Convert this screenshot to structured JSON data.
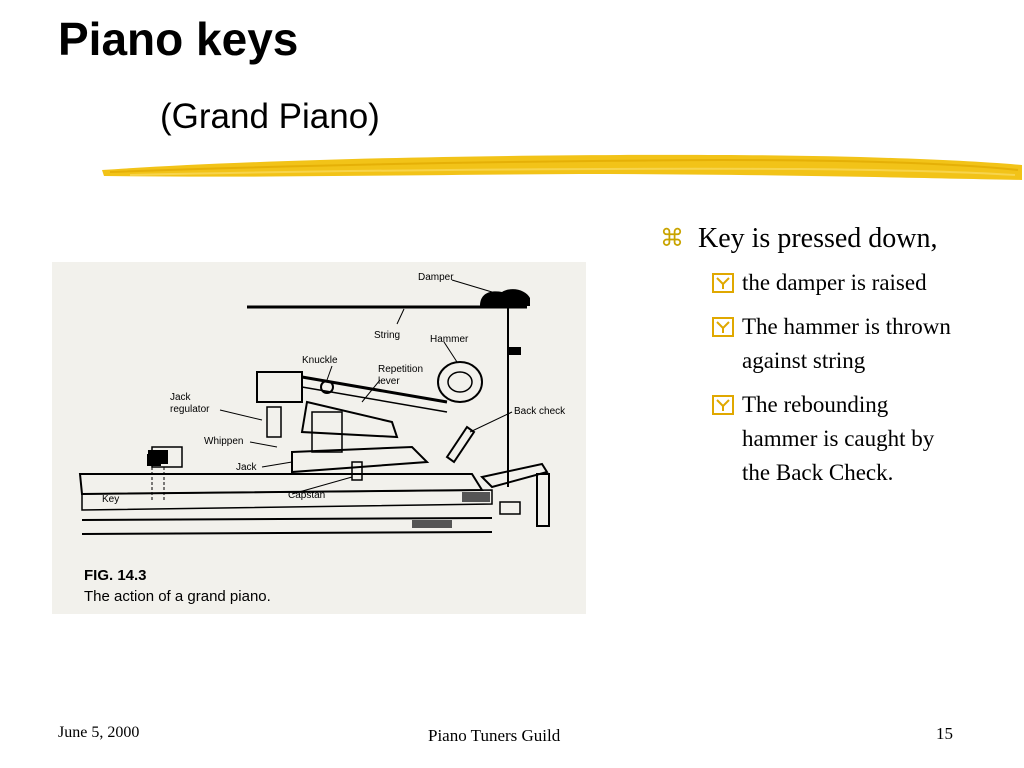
{
  "slide": {
    "title": "Piano keys",
    "subtitle": "(Grand Piano)"
  },
  "figure": {
    "caption_title": "FIG. 14.3",
    "caption": "The action of a grand piano.",
    "labels": {
      "damper": "Damper",
      "string": "String",
      "hammer": "Hammer",
      "knuckle": "Knuckle",
      "repetition_lever_1": "Repetition",
      "repetition_lever_2": "lever",
      "jack_regulator_1": "Jack",
      "jack_regulator_2": "regulator",
      "back_check": "Back check",
      "whippen": "Whippen",
      "jack": "Jack",
      "key": "Key",
      "capstan": "Capstan"
    }
  },
  "bullets": {
    "main": "Key is pressed down,",
    "main_icon": "command-icon",
    "sub_icon": "y-checkbox-icon",
    "sub": [
      "the damper is raised",
      "The hammer is thrown against string",
      "The rebounding hammer is caught by the Back Check."
    ]
  },
  "footer": {
    "date": "June 5, 2000",
    "organization": "Piano Tuners Guild",
    "page": "15"
  },
  "colors": {
    "accent": "#F2C318",
    "accent_dark": "#E0A800",
    "figure_bg": "#F2F1EC"
  }
}
